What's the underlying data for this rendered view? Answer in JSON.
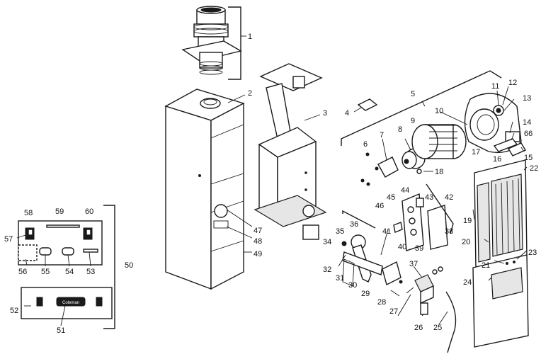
{
  "callouts": {
    "c1": "1",
    "c2": "2",
    "c3": "3",
    "c4": "4",
    "c5": "5",
    "c6": "6",
    "c7": "7",
    "c8": "8",
    "c9": "9",
    "c10": "10",
    "c11": "11",
    "c12": "12",
    "c13": "13",
    "c14": "14",
    "c15": "15",
    "c16": "16",
    "c17": "17",
    "c18": "18",
    "c19": "19",
    "c20": "20",
    "c21": "21",
    "c22": "22",
    "c23": "23",
    "c24": "24",
    "c25": "25",
    "c26": "26",
    "c27": "27",
    "c28": "28",
    "c29": "29",
    "c30": "30",
    "c31": "31",
    "c32": "32",
    "c34": "34",
    "c35": "35",
    "c36": "36",
    "c37": "37",
    "c38": "38",
    "c39": "39",
    "c40": "40",
    "c41": "41",
    "c42": "42",
    "c43": "43",
    "c44": "44",
    "c45": "45",
    "c46": "46",
    "c47": "47",
    "c48": "48",
    "c49": "49",
    "c50": "50",
    "c51": "51",
    "c52": "52",
    "c53": "53",
    "c54": "54",
    "c55": "55",
    "c56": "56",
    "c57": "57",
    "c58": "58",
    "c59": "59",
    "c60": "60",
    "c66": "66"
  },
  "logo_text": "Coleman",
  "colors": {
    "line": "#1a1a1a",
    "background": "#ffffff",
    "shade": "#e6e6e6"
  }
}
